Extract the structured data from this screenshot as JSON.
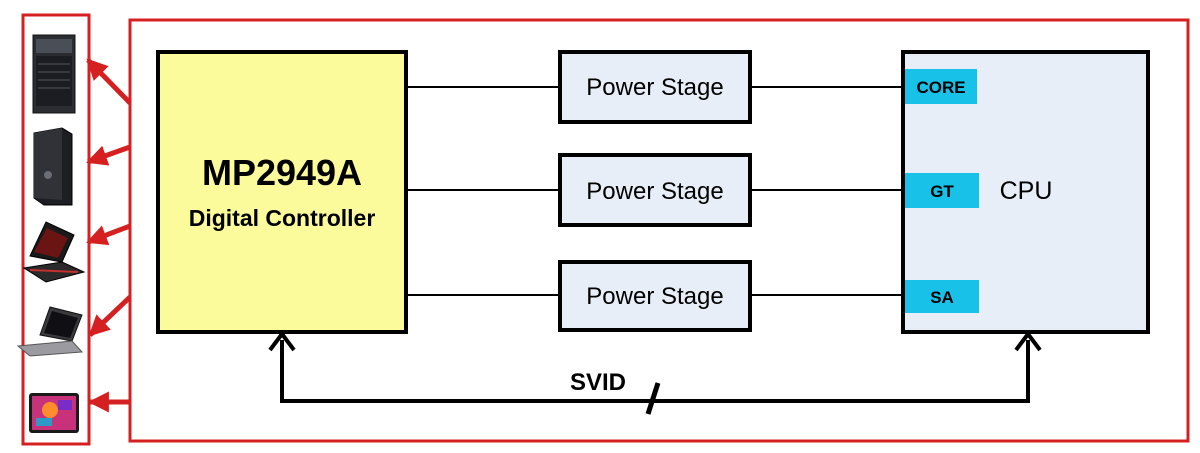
{
  "controller": {
    "name": "MP2949A",
    "subtitle": "Digital Controller"
  },
  "power_stages": [
    {
      "label": "Power Stage"
    },
    {
      "label": "Power Stage"
    },
    {
      "label": "Power Stage"
    }
  ],
  "cpu": {
    "label": "CPU",
    "rails": [
      {
        "label": "CORE"
      },
      {
        "label": "GT"
      },
      {
        "label": "SA"
      }
    ]
  },
  "bus": {
    "label": "SVID"
  },
  "devices": [
    {
      "icon": "tower-server-icon"
    },
    {
      "icon": "desktop-tower-icon"
    },
    {
      "icon": "gaming-laptop-icon"
    },
    {
      "icon": "ultrabook-icon"
    },
    {
      "icon": "tablet-icon"
    }
  ],
  "colors": {
    "frame": "#d42020",
    "controller_fill": "#fbfb9c",
    "stage_fill": "#e8eef8",
    "cpu_fill": "#e8eef8",
    "rail_fill": "#17c1e8",
    "wire": "#000000"
  }
}
